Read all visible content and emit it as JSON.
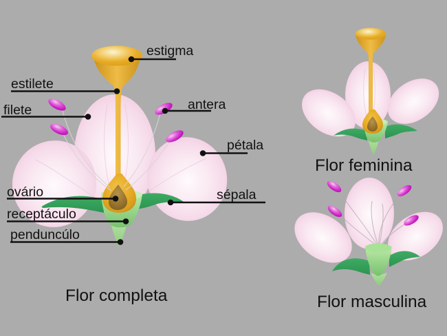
{
  "background_color": "#ACACAC",
  "palette": {
    "pistil_gold": "#E8AC24",
    "stigma_highlight": "#FBF4D4",
    "ovary_inner_brown": "#9D7831",
    "anther_magenta": "#C81CC2",
    "sepal_green": "#2F9C56",
    "receptacle_green": "#9CD78D",
    "pedicel_green": "#A5D997",
    "petal_pink": "#F6DBEA",
    "label_color": "#111111"
  },
  "labels": {
    "estigma": "estigma",
    "estilete": "estilete",
    "filete": "filete",
    "antera": "antera",
    "petala": "pétala",
    "sepala": "sépala",
    "ovario": "ovário",
    "receptaculo": "receptáculo",
    "pedunculo": "penduncúlo"
  },
  "captions": {
    "complete": "Flor completa",
    "female": "Flor feminina",
    "male": "Flor masculina"
  }
}
